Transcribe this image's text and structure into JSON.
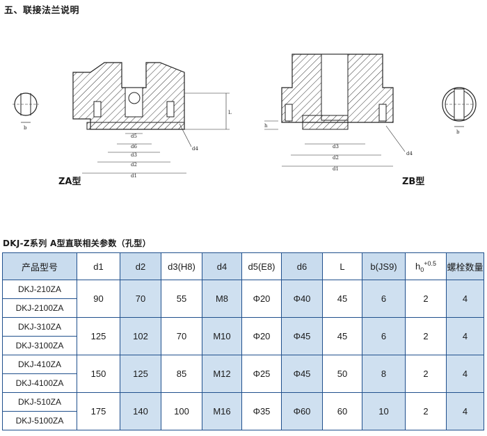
{
  "heading": "五、联接法兰说明",
  "drawing": {
    "za_label": "ZA型",
    "zb_label": "ZB型",
    "za_dims": [
      "d5",
      "d6",
      "d3",
      "d2",
      "d1",
      "d4"
    ],
    "zb_dims": [
      "d3",
      "d2",
      "d1",
      "d4"
    ],
    "h_label": "h",
    "b_label": "b",
    "L_label": "L"
  },
  "table": {
    "title": "DKJ-Z系列 A型直联相关参数（孔型）",
    "headers": {
      "model": "产品型号",
      "d1": "d1",
      "d2": "d2",
      "d3": "d3(H8)",
      "d4": "d4",
      "d5": "d5(E8)",
      "d6": "d6",
      "L": "L",
      "b": "b(JS9)",
      "h0_base": "h",
      "h0_sub": "0",
      "h0_sup": "+0.5",
      "bolts": "螺栓数量"
    },
    "rows": [
      {
        "models": [
          "DKJ-210ZA",
          "DKJ-2100ZA"
        ],
        "d1": "90",
        "d2": "70",
        "d3": "55",
        "d4": "M8",
        "d5": "Φ20",
        "d6": "Φ40",
        "L": "45",
        "b": "6",
        "h0": "2",
        "bolts": "4"
      },
      {
        "models": [
          "DKJ-310ZA",
          "DKJ-3100ZA"
        ],
        "d1": "125",
        "d2": "102",
        "d3": "70",
        "d4": "M10",
        "d5": "Φ20",
        "d6": "Φ45",
        "L": "45",
        "b": "6",
        "h0": "2",
        "bolts": "4"
      },
      {
        "models": [
          "DKJ-410ZA",
          "DKJ-4100ZA"
        ],
        "d1": "150",
        "d2": "125",
        "d3": "85",
        "d4": "M12",
        "d5": "Φ25",
        "d6": "Φ45",
        "L": "50",
        "b": "8",
        "h0": "2",
        "bolts": "4"
      },
      {
        "models": [
          "DKJ-510ZA",
          "DKJ-5100ZA"
        ],
        "d1": "175",
        "d2": "140",
        "d3": "100",
        "d4": "M16",
        "d5": "Φ35",
        "d6": "Φ60",
        "L": "60",
        "b": "10",
        "h0": "2",
        "bolts": "4"
      }
    ]
  }
}
